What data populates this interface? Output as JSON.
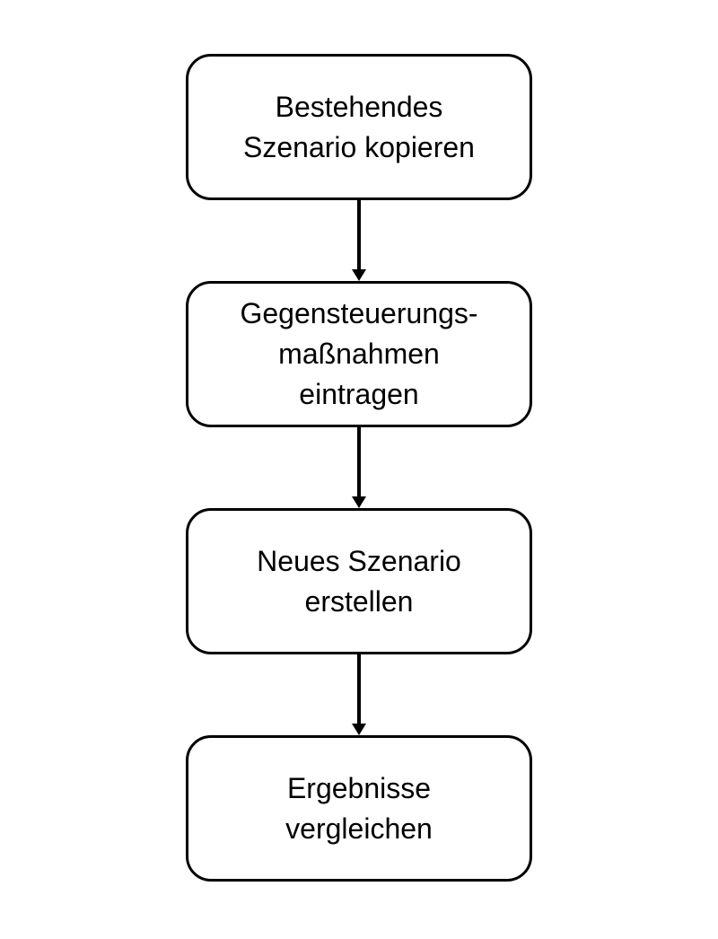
{
  "diagram": {
    "type": "flowchart",
    "direction": "top-down",
    "colors": {
      "background": "#ffffff",
      "box_fill": "#ffffff",
      "box_border": "#000000",
      "text": "#000000",
      "arrow": "#000000"
    },
    "nodes": [
      {
        "id": "step-1",
        "label": "Bestehendes Szenario kopieren",
        "lines": [
          "Bestehendes",
          "Szenario kopieren"
        ]
      },
      {
        "id": "step-2",
        "label": "Gegensteuerungs-maßnahmen eintragen",
        "lines": [
          "Gegensteuerungs-",
          "maßnahmen",
          "eintragen"
        ]
      },
      {
        "id": "step-3",
        "label": "Neues Szenario erstellen",
        "lines": [
          "Neues Szenario",
          "erstellen"
        ]
      },
      {
        "id": "step-4",
        "label": "Ergebnisse vergleichen",
        "lines": [
          "Ergebnisse",
          "vergleichen"
        ]
      }
    ],
    "edges": [
      {
        "from": "step-1",
        "to": "step-2",
        "style": "arrow-down"
      },
      {
        "from": "step-2",
        "to": "step-3",
        "style": "arrow-down"
      },
      {
        "from": "step-3",
        "to": "step-4",
        "style": "arrow-down"
      }
    ]
  }
}
